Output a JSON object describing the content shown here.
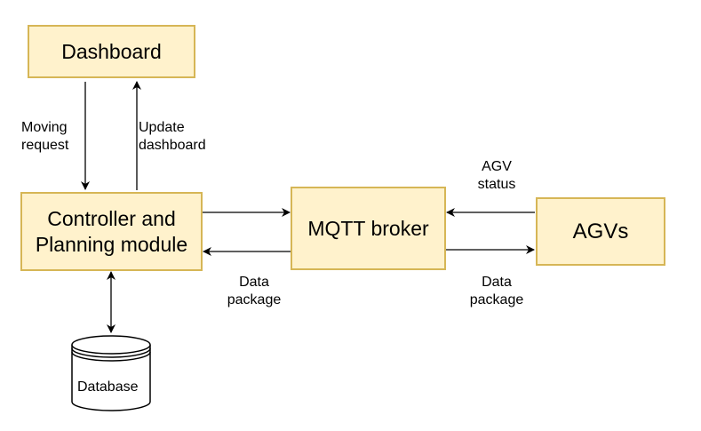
{
  "nodes": {
    "dashboard": "Dashboard",
    "controller": "Controller and\nPlanning module",
    "mqtt": "MQTT broker",
    "agvs": "AGVs",
    "database": "Database"
  },
  "edge_labels": {
    "moving_request": "Moving\nrequest",
    "update_dashboard": "Update\ndashboard",
    "agv_status": "AGV\nstatus",
    "data_package_left": "Data\npackage",
    "data_package_right": "Data\npackage"
  },
  "colors": {
    "box_fill": "#fff2cc",
    "box_border": "#d6b656",
    "line": "#000000"
  }
}
